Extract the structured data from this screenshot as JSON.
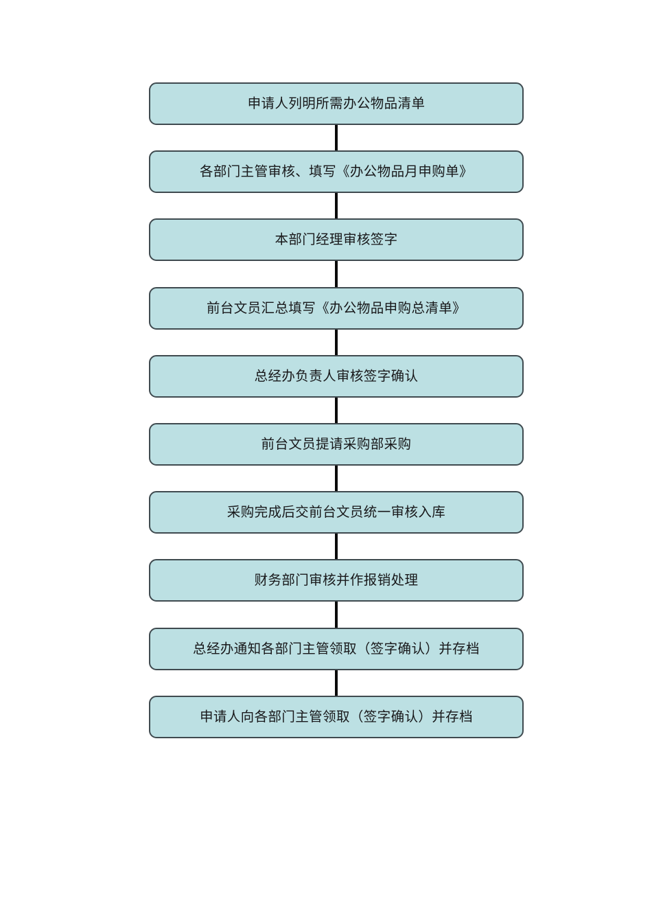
{
  "document": {
    "kind": "flowchart",
    "orientation": "vertical",
    "background_color": "#ffffff"
  },
  "style": {
    "node_fill": "#bce0e3",
    "node_border": "#3f4a4f",
    "connector_color": "#0a0a0a",
    "text_color": "#18181a"
  },
  "chart_data": {
    "type": "diagram",
    "title": "",
    "node_count": 10,
    "connector_count": 9,
    "nodes": [
      {
        "id": 1,
        "label": "申请人列明所需办公物品清单"
      },
      {
        "id": 2,
        "label": "各部门主管审核、填写《办公物品月申购单》"
      },
      {
        "id": 3,
        "label": "本部门经理审核签字"
      },
      {
        "id": 4,
        "label": "前台文员汇总填写《办公物品申购总清单》"
      },
      {
        "id": 5,
        "label": "总经办负责人审核签字确认"
      },
      {
        "id": 6,
        "label": "前台文员提请采购部采购"
      },
      {
        "id": 7,
        "label": "采购完成后交前台文员统一审核入库"
      },
      {
        "id": 8,
        "label": "财务部门审核并作报销处理"
      },
      {
        "id": 9,
        "label": "总经办通知各部门主管领取（签字确认）并存档"
      },
      {
        "id": 10,
        "label": "申请人向各部门主管领取（签字确认）并存档"
      }
    ],
    "edges": [
      {
        "from": 1,
        "to": 2
      },
      {
        "from": 2,
        "to": 3
      },
      {
        "from": 3,
        "to": 4
      },
      {
        "from": 4,
        "to": 5
      },
      {
        "from": 5,
        "to": 6
      },
      {
        "from": 6,
        "to": 7
      },
      {
        "from": 7,
        "to": 8
      },
      {
        "from": 8,
        "to": 9
      },
      {
        "from": 9,
        "to": 10
      }
    ]
  }
}
